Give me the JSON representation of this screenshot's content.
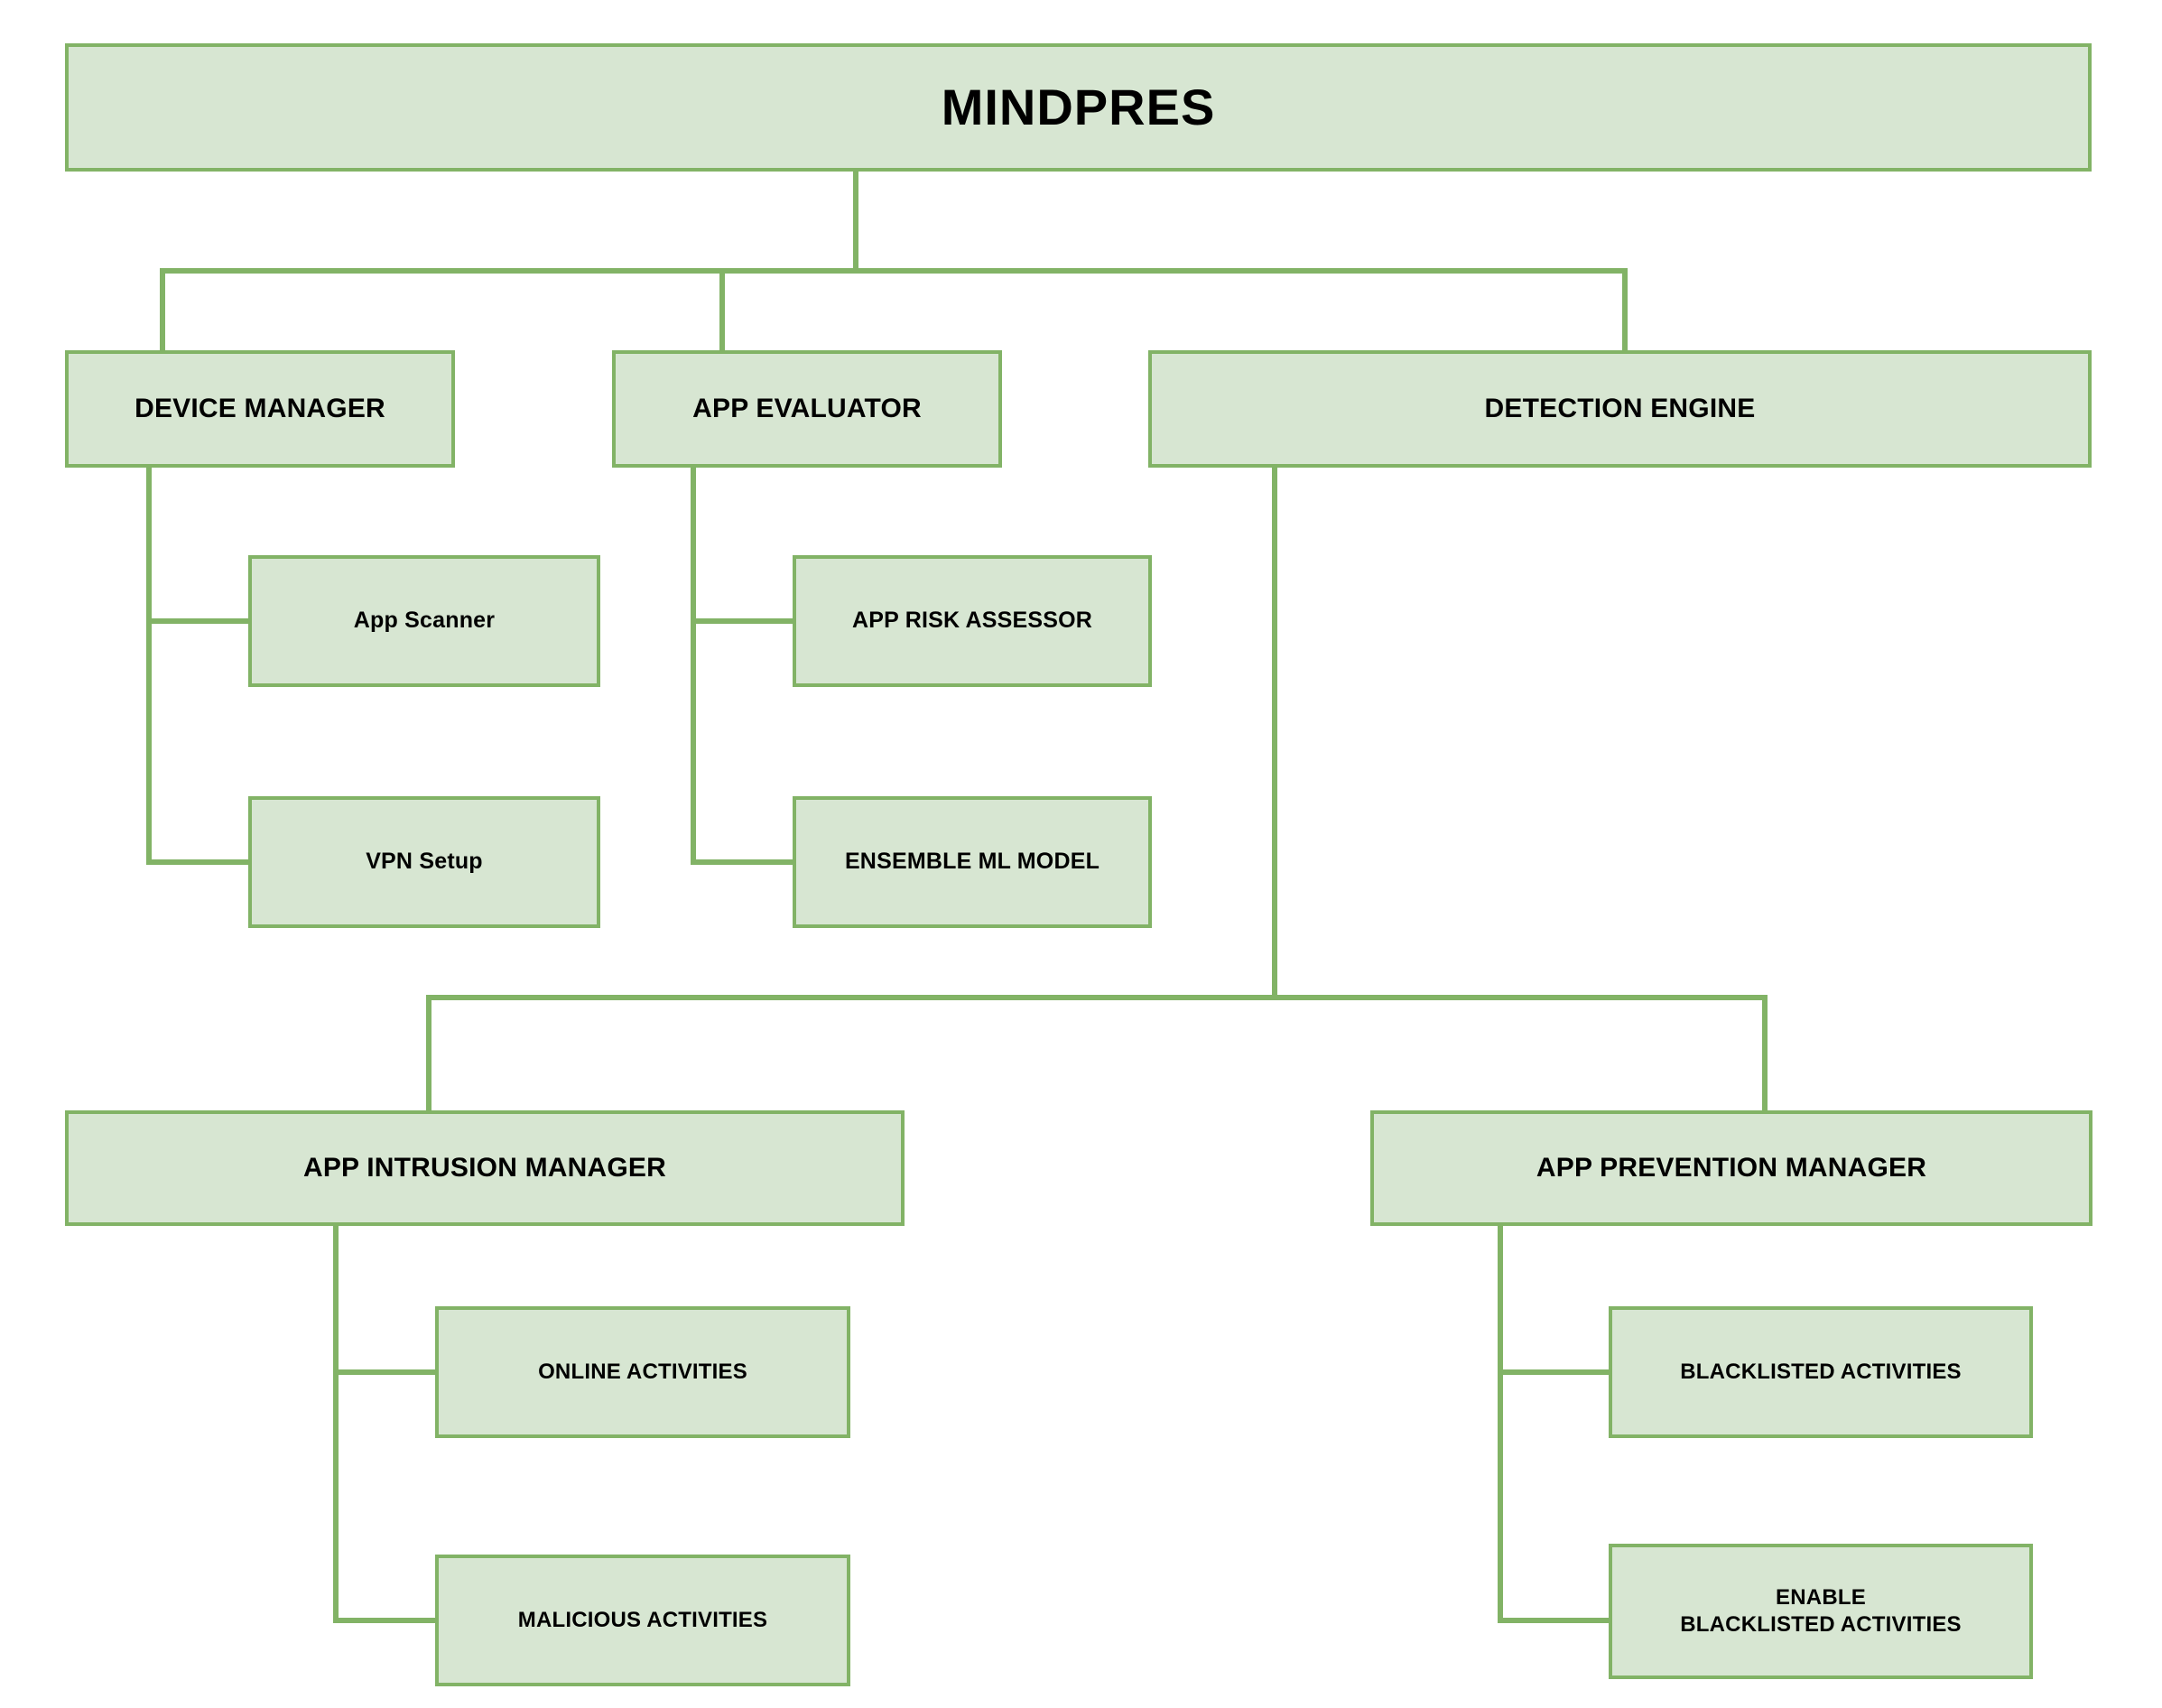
{
  "diagram": {
    "type": "hierarchy-tree",
    "title": "MINDPRES",
    "palette": {
      "node_fill": "#d7e6d2",
      "node_border": "#82b366",
      "connector": "#82b366",
      "text": "#000000",
      "background": "#ffffff"
    },
    "nodes": {
      "root": {
        "label": "MINDPRES"
      },
      "device_manager": {
        "label": "DEVICE MANAGER"
      },
      "app_evaluator": {
        "label": "APP EVALUATOR"
      },
      "detection_engine": {
        "label": "DETECTION ENGINE"
      },
      "app_scanner": {
        "label": "App Scanner"
      },
      "vpn_setup": {
        "label": "VPN Setup"
      },
      "app_risk_assessor": {
        "label": "APP RISK ASSESSOR"
      },
      "ensemble_ml_model": {
        "label": "ENSEMBLE ML MODEL"
      },
      "app_intrusion_manager": {
        "label": "APP INTRUSION MANAGER"
      },
      "app_prevention_manager": {
        "label": "APP PREVENTION MANAGER"
      },
      "online_activities": {
        "label": "ONLINE ACTIVITIES"
      },
      "malicious_activities": {
        "label": "MALICIOUS ACTIVITIES"
      },
      "blacklisted_activities": {
        "label": "BLACKLISTED ACTIVITIES"
      },
      "enable_blacklisted_activities": {
        "label": "ENABLE\nBLACKLISTED ACTIVITIES"
      }
    },
    "edges": [
      {
        "from": "root",
        "to": "device_manager"
      },
      {
        "from": "root",
        "to": "app_evaluator"
      },
      {
        "from": "root",
        "to": "detection_engine"
      },
      {
        "from": "device_manager",
        "to": "app_scanner"
      },
      {
        "from": "device_manager",
        "to": "vpn_setup"
      },
      {
        "from": "app_evaluator",
        "to": "app_risk_assessor"
      },
      {
        "from": "app_evaluator",
        "to": "ensemble_ml_model"
      },
      {
        "from": "detection_engine",
        "to": "app_intrusion_manager"
      },
      {
        "from": "detection_engine",
        "to": "app_prevention_manager"
      },
      {
        "from": "app_intrusion_manager",
        "to": "online_activities"
      },
      {
        "from": "app_intrusion_manager",
        "to": "malicious_activities"
      },
      {
        "from": "app_prevention_manager",
        "to": "blacklisted_activities"
      },
      {
        "from": "app_prevention_manager",
        "to": "enable_blacklisted_activities"
      }
    ]
  }
}
